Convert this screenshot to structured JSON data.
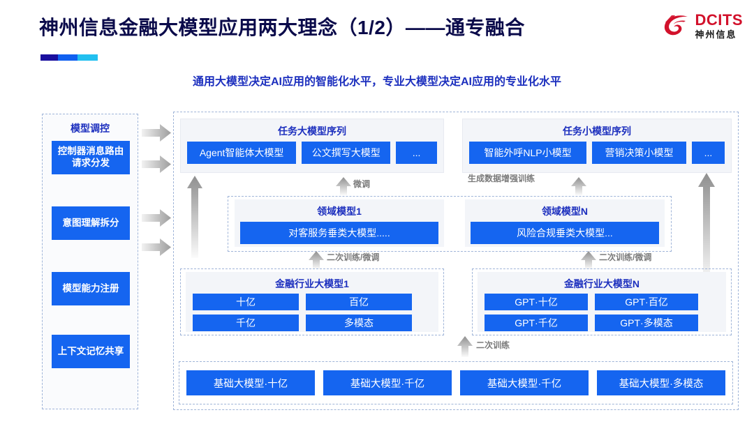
{
  "header": {
    "title": "神州信息金融大模型应用两大理念（1/2）——通专融合",
    "subtitle": "通用大模型决定AI应用的智能化水平，专业大模型决定AI应用的专业化水平",
    "logo_en": "DCITS",
    "logo_cn": "神州信息",
    "accent_colors": [
      "#1a0f9e",
      "#1060f0",
      "#22c0f0"
    ],
    "brand_red": "#d2112b",
    "title_color": "#0a0a4a",
    "subtitle_color": "#1c2fbe"
  },
  "control_panel": {
    "title": "模型调控",
    "items": [
      {
        "label": "控制器消息路由请求分发"
      },
      {
        "label": "意图理解拆分"
      },
      {
        "label": "模型能力注册"
      },
      {
        "label": "上下文记忆共享"
      }
    ]
  },
  "task_groups": [
    {
      "title": "任务大模型序列",
      "chips": [
        "Agent智能体大模型",
        "公文撰写大模型",
        "..."
      ]
    },
    {
      "title": "任务小模型序列",
      "chips": [
        "智能外呼NLP小模型",
        "营销决策小模型",
        "..."
      ]
    }
  ],
  "domain_groups": [
    {
      "title": "领域模型1",
      "chips": [
        "对客服务垂类大模型....."
      ]
    },
    {
      "title": "领域模型N",
      "chips": [
        "风险合规垂类大模型..."
      ]
    }
  ],
  "industry_groups": [
    {
      "title": "金融行业大模型1",
      "chips": [
        "十亿",
        "百亿",
        "千亿",
        "多模态"
      ]
    },
    {
      "title": "金融行业大模型N",
      "chips": [
        "GPT·十亿",
        "GPT·百亿",
        "GPT·千亿",
        "GPT·多模态"
      ]
    }
  ],
  "base_models": [
    "基础大模型·十亿",
    "基础大模型·千亿",
    "基础大模型·千亿",
    "基础大模型·多模态"
  ],
  "arrow_labels": {
    "finetune": "微调",
    "data_aug": "生成数据增强训练",
    "retrain_finetune_left": "二次训练/微调",
    "retrain_finetune_right": "二次训练/微调",
    "retrain": "二次训练"
  },
  "colors": {
    "chip_blue": "#1565f0",
    "card_bg": "#f3f5f9",
    "dashed_border": "#9fb4d8",
    "arrow_gray_dark": "#9a9a9a",
    "arrow_gray_light": "#ececec"
  }
}
